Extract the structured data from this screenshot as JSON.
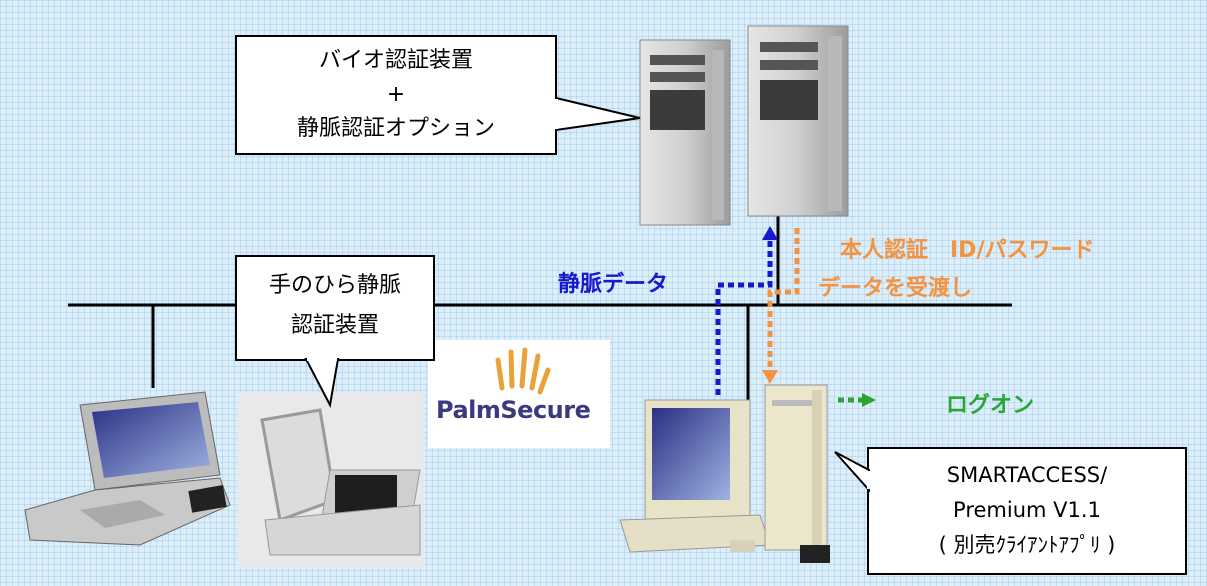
{
  "callouts": {
    "server_device": {
      "line1": "バイオ認証装置",
      "line2": "+",
      "line3": "静脈認証オプション"
    },
    "palm_device": {
      "line1": "手のひら静脈",
      "line2": "認証装置"
    },
    "client_app": {
      "line1": "SMARTACCESS/",
      "line2": "Premium V1.1",
      "line3": "( 別売ｸﾗｲｱﾝﾄｱﾌﾟﾘ )"
    }
  },
  "labels": {
    "vein_data": "静脈データ",
    "auth_line1": "本人認証　ID/パスワード",
    "auth_line2": "データを受渡し",
    "logon": "ログオン"
  },
  "logo": {
    "text": "PalmSecure"
  },
  "colors": {
    "orange": "#f5923e",
    "blue": "#1818cc",
    "green": "#2aa534"
  }
}
